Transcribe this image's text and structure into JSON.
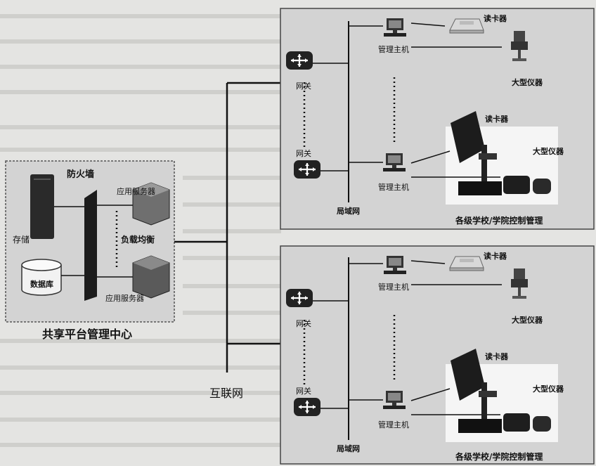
{
  "center": {
    "title": "共享平台管理中心",
    "firewall": "防火墙",
    "storage": "存储",
    "database": "数据库",
    "app_server_top": "应用服务器",
    "app_server_bottom": "应用服务器",
    "load_balance": "负载均衡"
  },
  "internet_label": "互联网",
  "groups": [
    {
      "title": "各级学校/学院控制管理",
      "lan": "局域网",
      "gateway_top": "网关",
      "gateway_bottom": "网关",
      "host_top": "管理主机",
      "host_bottom": "管理主机",
      "reader_top": "读卡器",
      "reader_bottom": "读卡器",
      "instrument_top": "大型仪器",
      "instrument_bottom": "大型仪器"
    },
    {
      "title": "各级学校/学院控制管理",
      "lan": "局域网",
      "gateway_top": "网关",
      "gateway_bottom": "网关",
      "host_top": "管理主机",
      "host_bottom": "管理主机",
      "reader_top": "读卡器",
      "reader_bottom": "读卡器",
      "instrument_top": "大型仪器",
      "instrument_bottom": "大型仪器"
    }
  ],
  "colors": {
    "panel": "#d3d3d3",
    "page": "#e4e4e2",
    "line": "#111111",
    "device": "#222222"
  }
}
